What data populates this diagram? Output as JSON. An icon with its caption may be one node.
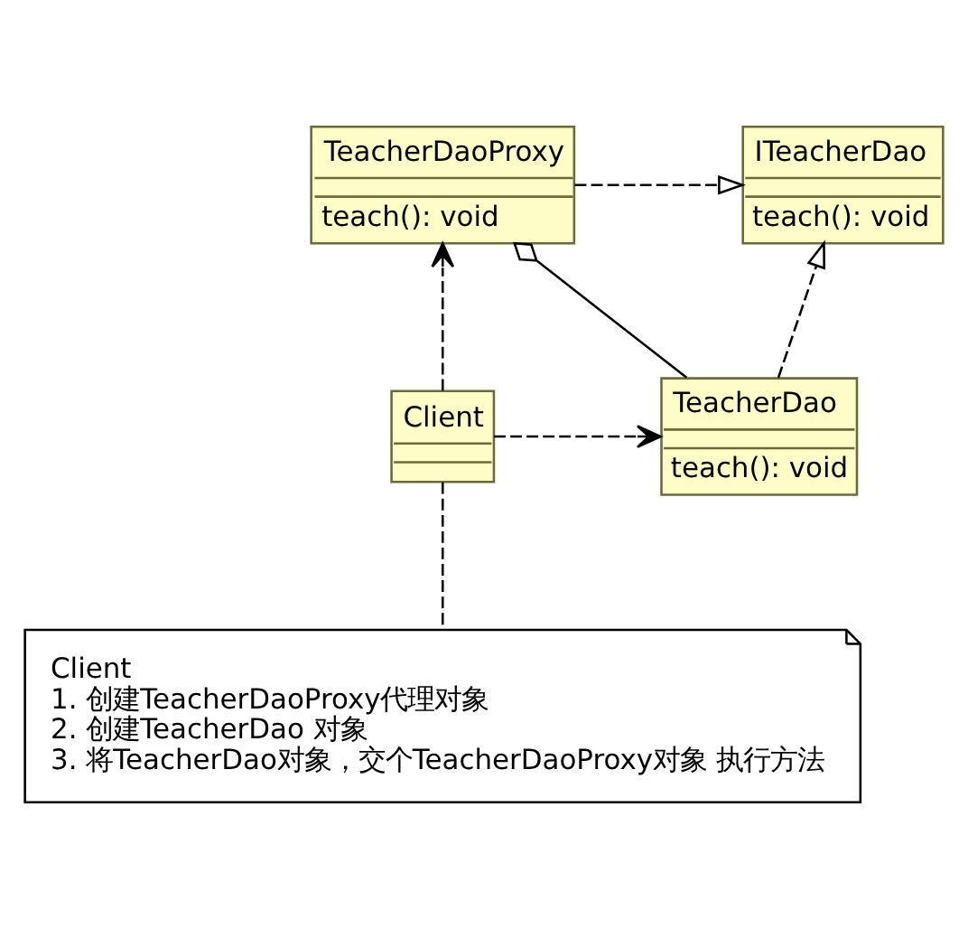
{
  "diagram": {
    "nodes": [
      {
        "text": [
          "TeacherDaoProxy",
          "teach(): void"
        ]
      },
      {
        "text": [
          "ITeacherDao",
          "teach(): void"
        ]
      },
      {
        "text": [
          "TeacherDao",
          "teach(): void"
        ]
      },
      {
        "text": [
          "Client"
        ]
      },
      {
        "text": [
          "Client",
          "1. 创建TeacherDaoProxy代理对象",
          "2. 创建TeacherDao 对象",
          "3. 将TeacherDao对象，交个TeacherDaoProxy对象 执行方法"
        ]
      }
    ],
    "edges": [
      {
        "from": 0,
        "to": 1,
        "arrow": "to",
        "style": "dashed"
      },
      {
        "from": 0,
        "to": 2,
        "arrow": "other"
      },
      {
        "from": 2,
        "to": 1,
        "arrow": "to",
        "style": "dashed"
      },
      {
        "from": 3,
        "to": 0,
        "arrow": "to",
        "style": "dashed"
      },
      {
        "from": 3,
        "to": 2,
        "arrow": "to",
        "style": "dashed"
      },
      {
        "from": 3,
        "to": 4,
        "arrow": "none",
        "style": "dashed"
      }
    ]
  }
}
